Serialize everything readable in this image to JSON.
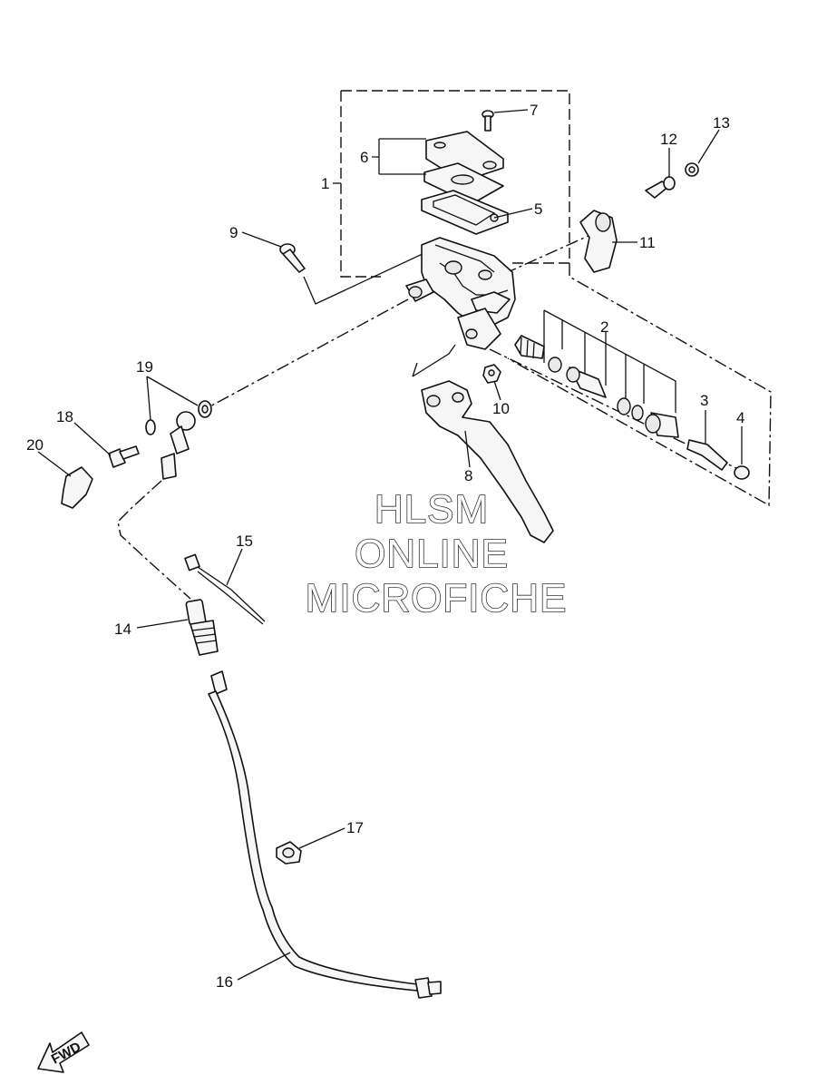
{
  "diagram": {
    "callouts": [
      {
        "id": "1",
        "label": "1"
      },
      {
        "id": "2",
        "label": "2"
      },
      {
        "id": "3",
        "label": "3"
      },
      {
        "id": "4",
        "label": "4"
      },
      {
        "id": "5",
        "label": "5"
      },
      {
        "id": "6",
        "label": "6"
      },
      {
        "id": "7",
        "label": "7"
      },
      {
        "id": "8",
        "label": "8"
      },
      {
        "id": "9",
        "label": "9"
      },
      {
        "id": "10",
        "label": "10"
      },
      {
        "id": "11",
        "label": "11"
      },
      {
        "id": "12",
        "label": "12"
      },
      {
        "id": "13",
        "label": "13"
      },
      {
        "id": "14",
        "label": "14"
      },
      {
        "id": "15",
        "label": "15"
      },
      {
        "id": "16",
        "label": "16"
      },
      {
        "id": "17",
        "label": "17"
      },
      {
        "id": "18",
        "label": "18"
      },
      {
        "id": "19",
        "label": "19"
      },
      {
        "id": "20",
        "label": "20"
      }
    ],
    "watermark": {
      "line1": "HLSM",
      "line2": "ONLINE",
      "line3": "MICROFICHE"
    },
    "direction_arrow": {
      "label": "FWD",
      "icon": "fwd-arrow-icon"
    }
  }
}
